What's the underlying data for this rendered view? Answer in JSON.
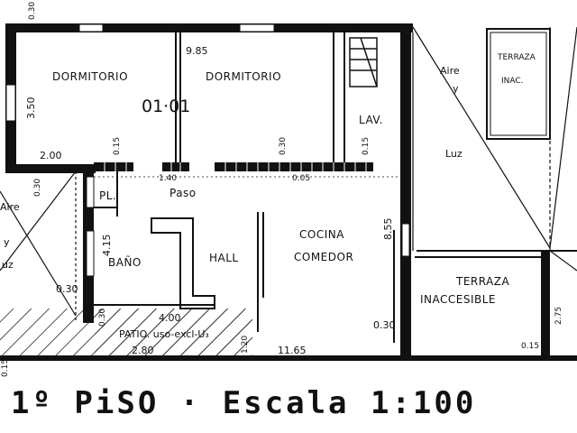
{
  "rooms": {
    "dormitorio_1": "DORMITORIO",
    "dormitorio_2": "DORMITORIO",
    "unit_code": "01·01",
    "lavadero": "LAV.",
    "placard": "PL.",
    "paso": "Paso",
    "bano": "BAÑO",
    "hall": "HALL",
    "cocina": "COCINA",
    "comedor": "COMEDOR",
    "terraza_inaccesible_1": "TERRAZA",
    "terraza_inaccesible_2": "INACCESIBLE",
    "terraza_inac_1": "TERRAZA",
    "terraza_inac_2": "INAC.",
    "patio": "PATIO. uso-excl-U₃",
    "aire_y_luz_right_1": "Aire",
    "aire_y_luz_right_2": "y",
    "aire_y_luz_right_3": "Luz",
    "aire_y_luz_left_1": "Aire",
    "aire_y_luz_left_2": "y",
    "aire_y_luz_left_3": "uz"
  },
  "dimensions": {
    "top_width": "9.85",
    "left_height": "3.50",
    "left_offset": "2.00",
    "wall_a": "0.15",
    "wall_b": "0.30",
    "wall_c": "0.30",
    "wall_d": "0.15",
    "bano_height": "4.15",
    "right_height": "8.55",
    "patio_width": "4.00",
    "patio_depth": "2.80",
    "patio_side": "1.20",
    "bottom_total": "11.65",
    "bottom_right": "0.30",
    "left_small": "0.30",
    "left_small_2": "0.30",
    "terraza_side": "2.75",
    "terraza_small": "0.15",
    "window_1": "1.40",
    "window_2": "0.05",
    "bottom_left_edge": "0.15",
    "top_left_edge": "0.30"
  },
  "caption": "1º PiSO · Escala 1:100"
}
